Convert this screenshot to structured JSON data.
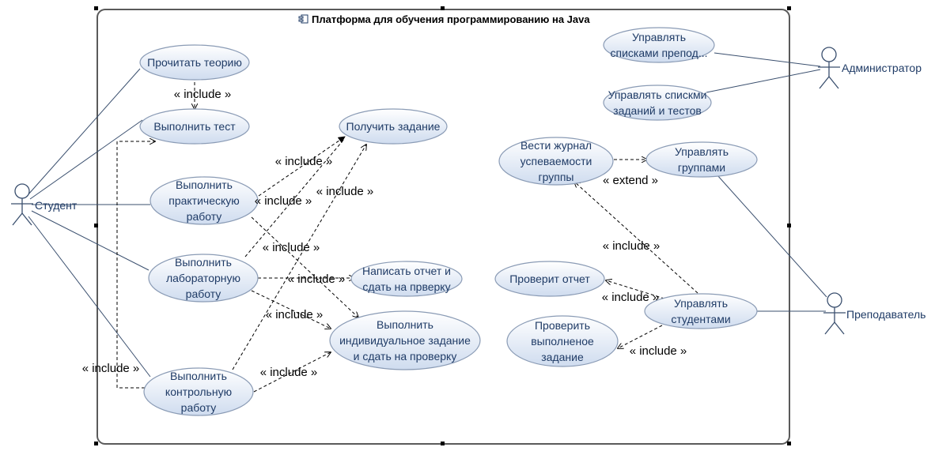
{
  "diagram": {
    "title": "Платформа для обучения программированию на Java",
    "actors": [
      {
        "id": "student",
        "label": "Студент"
      },
      {
        "id": "admin",
        "label": "Администратор"
      },
      {
        "id": "teacher",
        "label": "Преподаватель"
      }
    ],
    "use_cases": [
      {
        "id": "uc_theory",
        "lines": [
          "Прочитать теорию"
        ]
      },
      {
        "id": "uc_test",
        "lines": [
          "Выполнить тест"
        ]
      },
      {
        "id": "uc_get_task",
        "lines": [
          "Получить задание"
        ]
      },
      {
        "id": "uc_practical",
        "lines": [
          "Выполнить",
          "практическую",
          "работу"
        ]
      },
      {
        "id": "uc_lab",
        "lines": [
          "Выполнить",
          "лабораторную",
          "работу"
        ]
      },
      {
        "id": "uc_report",
        "lines": [
          "Написать отчет и",
          "сдать на прверку"
        ]
      },
      {
        "id": "uc_individual",
        "lines": [
          "Выполнить",
          "индивидуальное задание",
          "и сдать на проверку"
        ]
      },
      {
        "id": "uc_control",
        "lines": [
          "Выполнить",
          "контрольную",
          "работу"
        ]
      },
      {
        "id": "uc_manage_teachers",
        "lines": [
          "Управлять",
          "списками препод..."
        ]
      },
      {
        "id": "uc_manage_tasks",
        "lines": [
          "Управлять спискми",
          "заданий и тестов"
        ]
      },
      {
        "id": "uc_journal",
        "lines": [
          "Вести журнал",
          "успеваемости",
          "группы"
        ]
      },
      {
        "id": "uc_groups",
        "lines": [
          "Управлять",
          "группами"
        ]
      },
      {
        "id": "uc_check_report",
        "lines": [
          "Проверит отчет"
        ]
      },
      {
        "id": "uc_check_done",
        "lines": [
          "Проверить",
          "выполненое",
          "задание"
        ]
      },
      {
        "id": "uc_students",
        "lines": [
          "Управлять",
          "студентами"
        ]
      }
    ],
    "edge_labels": [
      {
        "id": "lbl1",
        "text": "« include »"
      },
      {
        "id": "lbl2",
        "text": "« include »"
      },
      {
        "id": "lbl3",
        "text": "« include »"
      },
      {
        "id": "lbl4",
        "text": "« include »"
      },
      {
        "id": "lbl5",
        "text": "« include »"
      },
      {
        "id": "lbl6",
        "text": "« include »"
      },
      {
        "id": "lbl7",
        "text": "« include »"
      },
      {
        "id": "lbl8",
        "text": "« include »"
      },
      {
        "id": "lbl9",
        "text": "« include »"
      },
      {
        "id": "lbl10",
        "text": "« extend »"
      },
      {
        "id": "lbl11",
        "text": "« include »"
      },
      {
        "id": "lbl12",
        "text": "« include »"
      },
      {
        "id": "lbl13",
        "text": "« include »"
      }
    ],
    "colors": {
      "usecase_fill_top": "#ffffff",
      "usecase_fill_bottom": "#cfdcef",
      "usecase_stroke": "#8a9bb5",
      "usecase_text": "#1f3b66",
      "actor_stroke": "#3a4f6e",
      "line": "#3a4f6e",
      "frame": "#5a5a5a"
    }
  }
}
